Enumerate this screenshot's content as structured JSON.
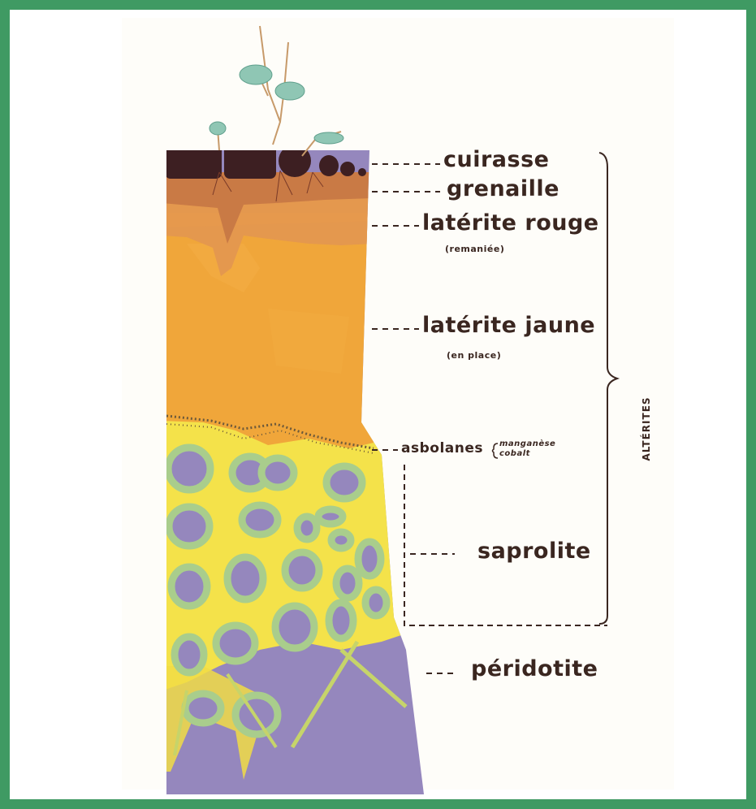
{
  "labels": {
    "cuirasse": "cuirasse",
    "grenaille": "grenaille",
    "laterite_rouge": "latérite rouge",
    "laterite_rouge_note": "(remaniée)",
    "laterite_jaune": "latérite jaune",
    "laterite_jaune_note": "(en place)",
    "asbolanes": "asbolanes",
    "asbolanes_manganese": "manganèse",
    "asbolanes_cobalt": "cobalt",
    "saprolite": "saprolite",
    "peridotite": "péridotite",
    "alterites": "ALTÉRITES"
  },
  "colors": {
    "border": "#3f9a63",
    "cuirasse": "#3d1f22",
    "grenaille": "#c97a45",
    "laterite_rouge": "#e4984e",
    "laterite_jaune": "#f0a63a",
    "saprolite": "#f4e24a",
    "saprolite_rim": "#a9cd8c",
    "peridotite": "#9587bd",
    "label_text": "#3a2620"
  }
}
